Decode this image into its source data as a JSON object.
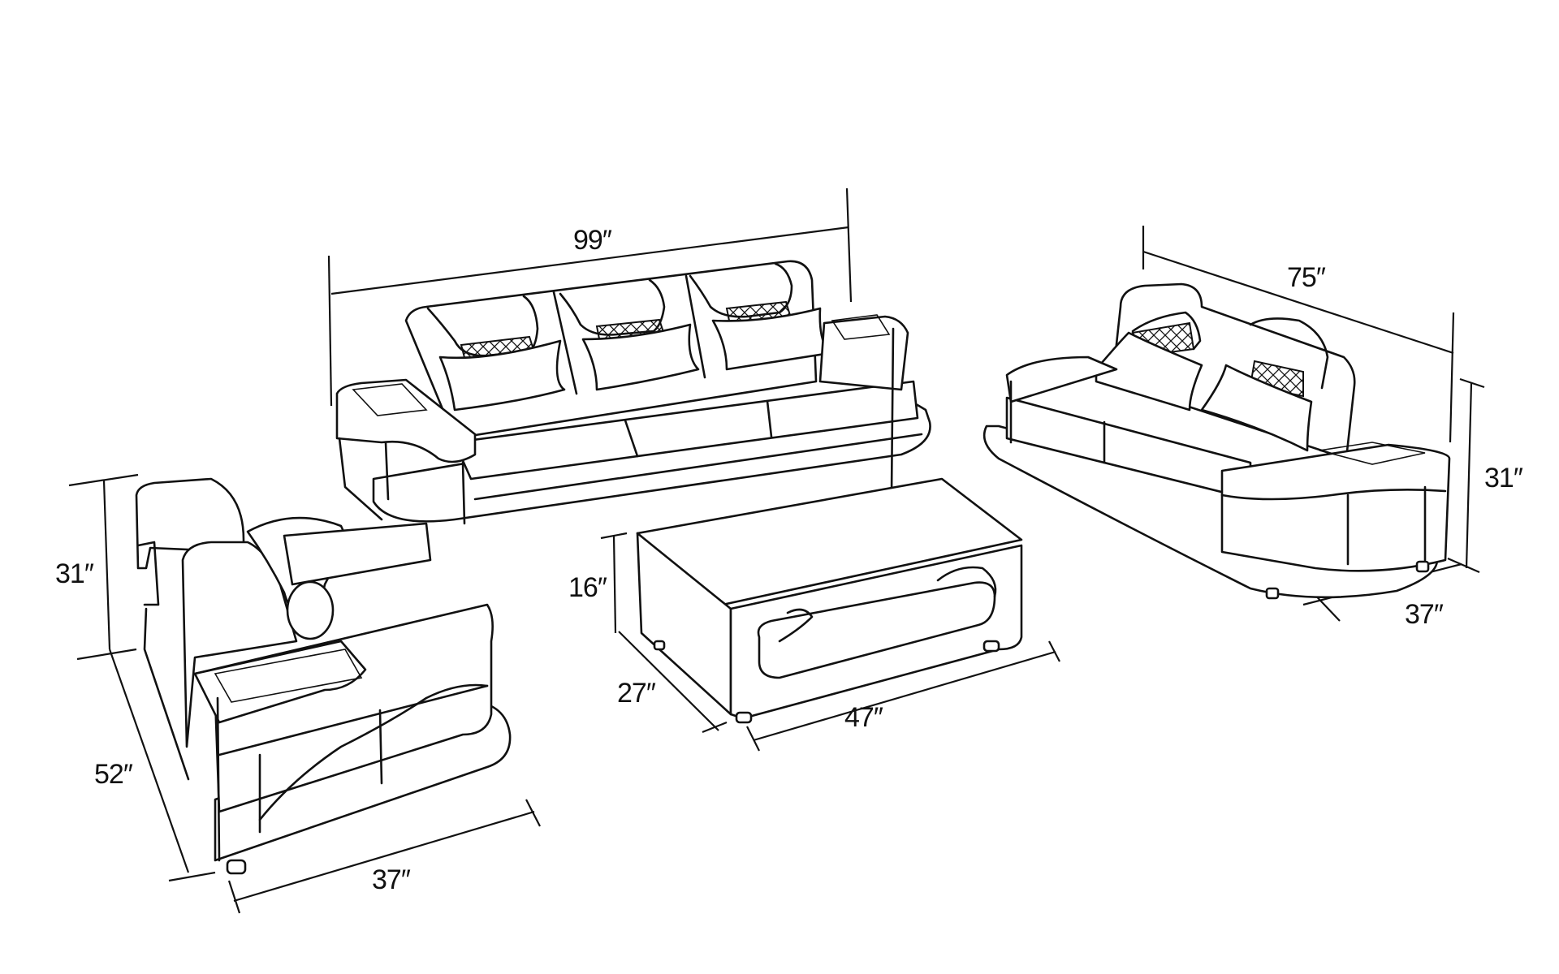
{
  "diagram": {
    "type": "furniture-dimension-drawing",
    "background": "#ffffff",
    "stroke_color": "#111111",
    "pieces": [
      {
        "id": "three-seat-sofa",
        "name": "3-seat sofa",
        "seats": 3,
        "dimensions": {
          "width": "99″"
        }
      },
      {
        "id": "loveseat",
        "name": "Loveseat",
        "seats": 2,
        "dimensions": {
          "width": "75″",
          "height": "31″",
          "depth": "37″"
        }
      },
      {
        "id": "armchair",
        "name": "Armchair",
        "seats": 1,
        "dimensions": {
          "height": "31″",
          "width": "52″",
          "depth": "37″"
        }
      },
      {
        "id": "coffee-table",
        "name": "Coffee table",
        "dimensions": {
          "height": "16″",
          "depth": "27″",
          "width": "47″"
        }
      }
    ]
  },
  "labels": {
    "sofa_width": "99″",
    "loveseat_width": "75″",
    "loveseat_height": "31″",
    "loveseat_depth": "37″",
    "armchair_height": "31″",
    "armchair_width": "52″",
    "armchair_depth": "37″",
    "table_height": "16″",
    "table_depth": "27″",
    "table_width": "47″"
  }
}
